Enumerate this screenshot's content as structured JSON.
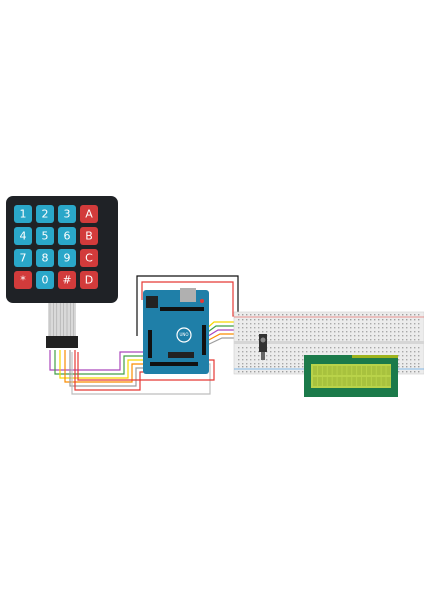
{
  "keypad": {
    "keys": [
      [
        "1",
        "2",
        "3",
        "A"
      ],
      [
        "4",
        "5",
        "6",
        "B"
      ],
      [
        "7",
        "8",
        "9",
        "C"
      ],
      [
        "*",
        "0",
        "#",
        "D"
      ]
    ],
    "colors": {
      "digit": "#2aa7c9",
      "letter": "#d23b3b",
      "body": "#1f2226"
    }
  },
  "arduino": {
    "board_color": "#1f7fa8",
    "logo_text": "UNO"
  },
  "lcd": {
    "screen_color": "#b9d34a",
    "bezel_color": "#1b7a4a"
  },
  "wire_colors": [
    "#e53935",
    "#111111",
    "#f5d800",
    "#43a047",
    "#ab47bc",
    "#fb8c00",
    "#9e9e9e",
    "#ffffff"
  ]
}
